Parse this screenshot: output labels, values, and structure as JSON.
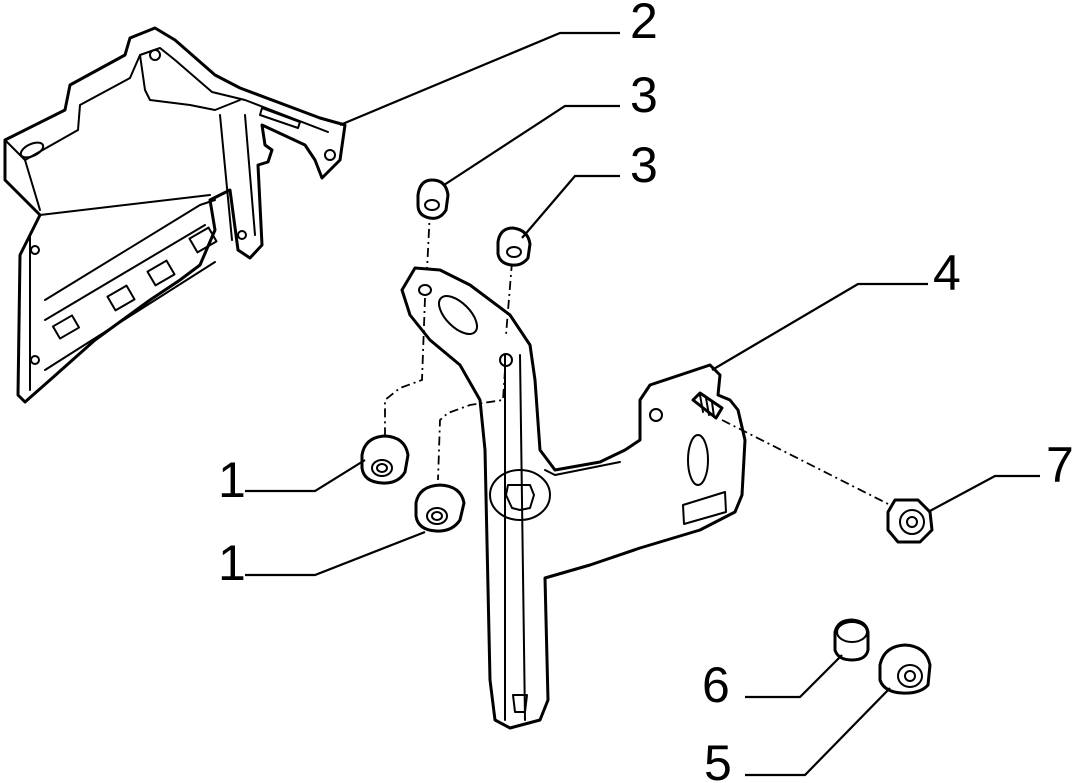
{
  "callouts": [
    {
      "id": "c2",
      "label": "2"
    },
    {
      "id": "c3a",
      "label": "3"
    },
    {
      "id": "c3b",
      "label": "3"
    },
    {
      "id": "c4",
      "label": "4"
    },
    {
      "id": "c1a",
      "label": "1"
    },
    {
      "id": "c1b",
      "label": "1"
    },
    {
      "id": "c7",
      "label": "7"
    },
    {
      "id": "c6",
      "label": "6"
    },
    {
      "id": "c5",
      "label": "5"
    }
  ]
}
